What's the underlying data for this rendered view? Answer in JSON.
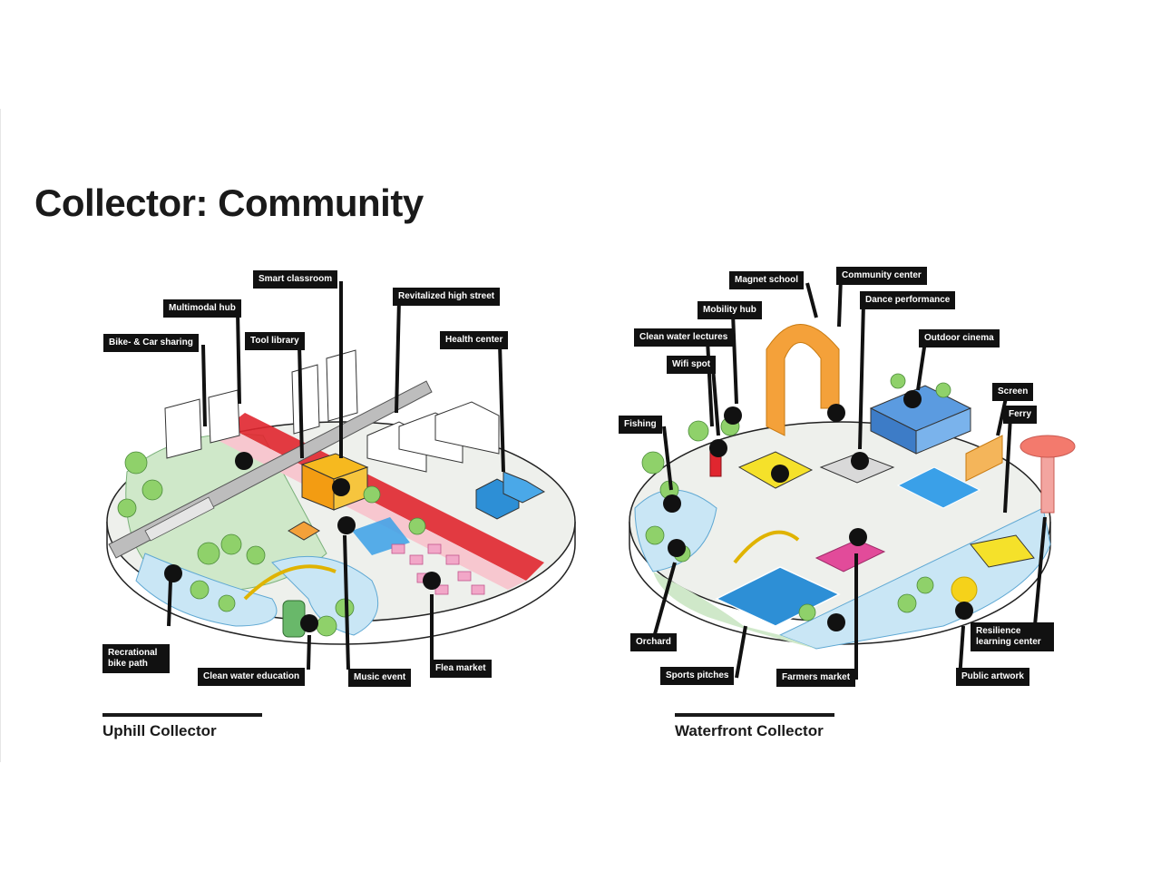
{
  "title": "Collector: Community",
  "panels": {
    "uphill": {
      "caption": "Uphill Collector",
      "labels": {
        "smart_classroom": "Smart classroom",
        "multimodal_hub": "Multimodal hub",
        "revitalized_high_street": "Revitalized high street",
        "tool_library": "Tool library",
        "health_center": "Health center",
        "bike_car_sharing": "Bike- & Car sharing",
        "recreational_bike_path": "Recrational bike path",
        "clean_water_education": "Clean water education",
        "music_event": "Music event",
        "flea_market": "Flea market"
      }
    },
    "waterfront": {
      "caption": "Waterfront Collector",
      "labels": {
        "magnet_school": "Magnet school",
        "community_center": "Community center",
        "dance_performance": "Dance performance",
        "mobility_hub": "Mobility hub",
        "clean_water_lectures": "Clean water lectures",
        "outdoor_cinema": "Outdoor cinema",
        "wifi_spot": "Wifi spot",
        "screen": "Screen",
        "fishing": "Fishing",
        "ferry": "Ferry",
        "resilience_learning_center": "Resilience learning center",
        "orchard": "Orchard",
        "sports_pitches": "Sports pitches",
        "farmers_market": "Farmers market",
        "public_artwork": "Public artwork"
      }
    }
  },
  "colors": {
    "label_bg": "#111111",
    "grass": "#cfe8c9",
    "water": "#c9e6f5",
    "street": "#e0262f",
    "accent_yellow": "#f5e12a",
    "accent_orange": "#f4a13a",
    "accent_blue": "#2d8fd6",
    "accent_pink": "#e24b9a"
  }
}
